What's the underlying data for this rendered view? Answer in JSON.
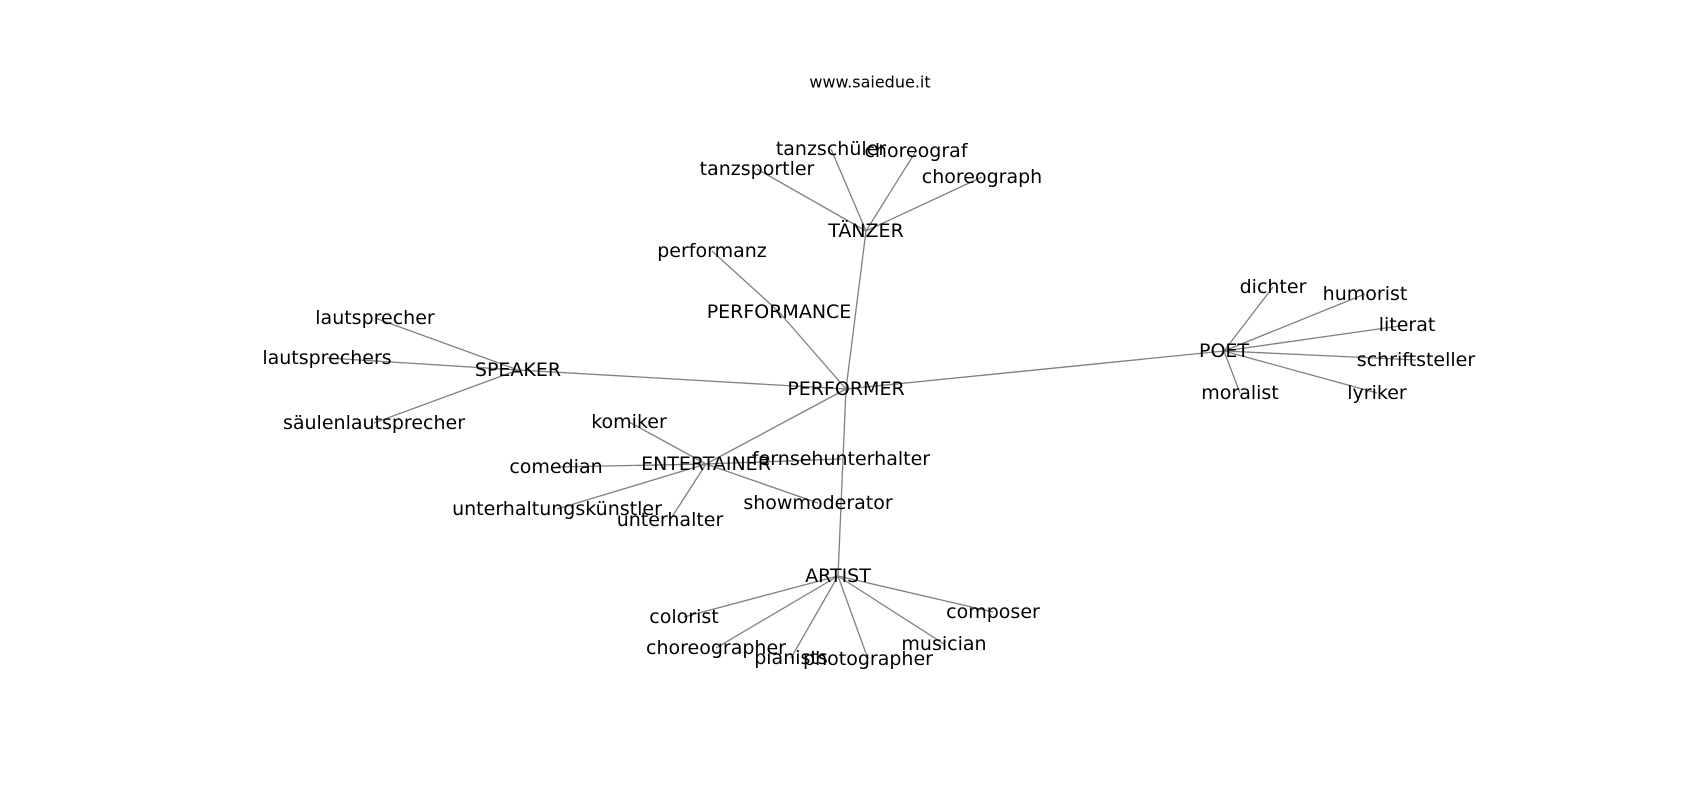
{
  "site": "www.saiedue.it",
  "nodes": [
    {
      "id": "performer",
      "label": "PERFORMER"
    },
    {
      "id": "taenzer",
      "label": "TÄNZER"
    },
    {
      "id": "tanzschueler",
      "label": "tanzschüler"
    },
    {
      "id": "choreograf",
      "label": "choreograf"
    },
    {
      "id": "tanzsportler",
      "label": "tanzsportler"
    },
    {
      "id": "choreograph",
      "label": "choreograph"
    },
    {
      "id": "performance",
      "label": "PERFORMANCE"
    },
    {
      "id": "performanz",
      "label": "performanz"
    },
    {
      "id": "speaker",
      "label": "SPEAKER"
    },
    {
      "id": "lautsprecher",
      "label": "lautsprecher"
    },
    {
      "id": "lautsprechers",
      "label": "lautsprechers"
    },
    {
      "id": "saeulenlautsprecher",
      "label": "säulenlautsprecher"
    },
    {
      "id": "poet",
      "label": "POET"
    },
    {
      "id": "dichter",
      "label": "dichter"
    },
    {
      "id": "humorist",
      "label": "humorist"
    },
    {
      "id": "literat",
      "label": "literat"
    },
    {
      "id": "schriftsteller",
      "label": "schriftsteller"
    },
    {
      "id": "moralist",
      "label": "moralist"
    },
    {
      "id": "lyriker",
      "label": "lyriker"
    },
    {
      "id": "entertainer",
      "label": "ENTERTAINER"
    },
    {
      "id": "komiker",
      "label": "komiker"
    },
    {
      "id": "comedian",
      "label": "comedian"
    },
    {
      "id": "fernsehunterhalter",
      "label": "fernsehunterhalter"
    },
    {
      "id": "unterhaltungskuenstler",
      "label": "unterhaltungskünstler"
    },
    {
      "id": "unterhalter",
      "label": "unterhalter"
    },
    {
      "id": "showmoderator",
      "label": "showmoderator"
    },
    {
      "id": "artist",
      "label": "ARTIST"
    },
    {
      "id": "colorist",
      "label": "colorist"
    },
    {
      "id": "composer",
      "label": "composer"
    },
    {
      "id": "choreographer",
      "label": "choreographer"
    },
    {
      "id": "musician",
      "label": "musician"
    },
    {
      "id": "pianists",
      "label": "pianists"
    },
    {
      "id": "photographer",
      "label": "photographer"
    }
  ],
  "edges": [
    [
      "performer",
      "taenzer"
    ],
    [
      "performer",
      "performance"
    ],
    [
      "performer",
      "speaker"
    ],
    [
      "performer",
      "poet"
    ],
    [
      "performer",
      "entertainer"
    ],
    [
      "performer",
      "artist"
    ],
    [
      "taenzer",
      "tanzschueler"
    ],
    [
      "taenzer",
      "choreograf"
    ],
    [
      "taenzer",
      "tanzsportler"
    ],
    [
      "taenzer",
      "choreograph"
    ],
    [
      "performance",
      "performanz"
    ],
    [
      "speaker",
      "lautsprecher"
    ],
    [
      "speaker",
      "lautsprechers"
    ],
    [
      "speaker",
      "saeulenlautsprecher"
    ],
    [
      "poet",
      "dichter"
    ],
    [
      "poet",
      "humorist"
    ],
    [
      "poet",
      "literat"
    ],
    [
      "poet",
      "schriftsteller"
    ],
    [
      "poet",
      "moralist"
    ],
    [
      "poet",
      "lyriker"
    ],
    [
      "entertainer",
      "komiker"
    ],
    [
      "entertainer",
      "comedian"
    ],
    [
      "entertainer",
      "fernsehunterhalter"
    ],
    [
      "entertainer",
      "unterhaltungskuenstler"
    ],
    [
      "entertainer",
      "unterhalter"
    ],
    [
      "entertainer",
      "showmoderator"
    ],
    [
      "artist",
      "colorist"
    ],
    [
      "artist",
      "composer"
    ],
    [
      "artist",
      "choreographer"
    ],
    [
      "artist",
      "musician"
    ],
    [
      "artist",
      "pianists"
    ],
    [
      "artist",
      "photographer"
    ]
  ]
}
